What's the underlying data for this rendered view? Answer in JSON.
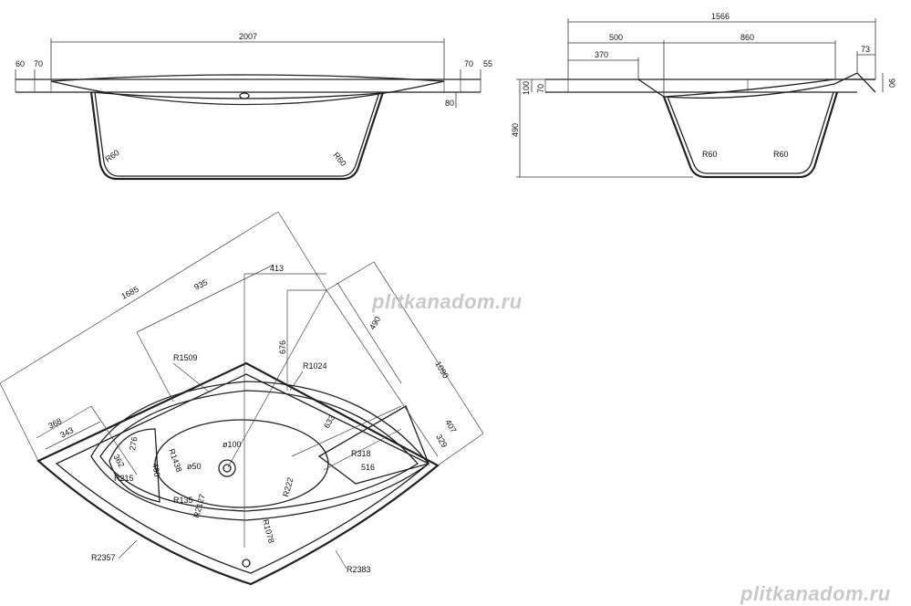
{
  "watermark": {
    "text": "plitkanadom.ru",
    "text2": "plitkanadom.ru"
  },
  "front_view": {
    "overall_length": "2007",
    "left_outer": "60",
    "left_inner": "70",
    "right_inner": "70",
    "right_outer": "55",
    "rim": "80",
    "radius_left": "R60",
    "radius_right": "R60"
  },
  "side_view": {
    "overall": "1566",
    "seg_a": "500",
    "seg_b": "860",
    "offset": "370",
    "tip": "73",
    "rim_outer": "100",
    "rim_inner": "70",
    "height": "490",
    "right_height": "90",
    "radius_left": "R60",
    "radius_right": "R60"
  },
  "plan_view": {
    "diag_long": "1685",
    "diag_mid": "935",
    "top_offset": "413",
    "depth_676": "676",
    "depth_490": "490",
    "width_1090": "1090",
    "r1509": "R1509",
    "r1024": "R1024",
    "d368": "368",
    "d343": "343",
    "d276": "276",
    "d362": "362",
    "d633": "633",
    "d407": "407",
    "d329": "329",
    "r318": "R318",
    "d516": "516",
    "d100": "ø100",
    "d50": "ø50",
    "r1438": "R1438",
    "d460": "460",
    "r215": "R215",
    "r135": "R135",
    "r2127": "R2127",
    "r222": "R222",
    "r1078": "R1078",
    "r2357": "R2357",
    "r2383": "R2383"
  }
}
